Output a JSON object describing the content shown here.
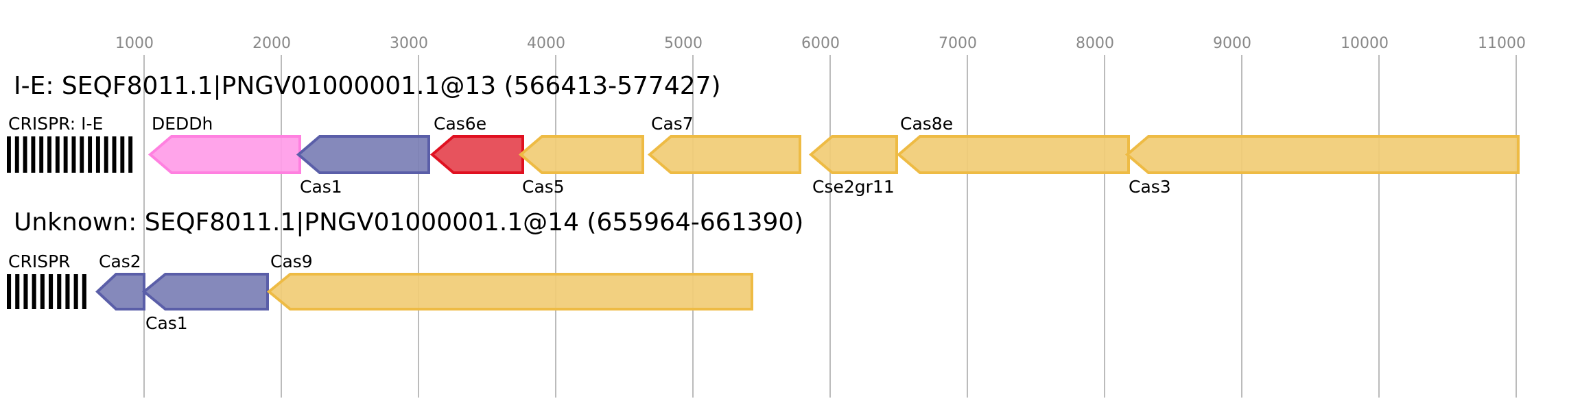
{
  "axis": {
    "ticks": [
      1000,
      2000,
      3000,
      4000,
      5000,
      6000,
      7000,
      8000,
      9000,
      10000,
      11000
    ]
  },
  "colors": {
    "pink": {
      "fill": "#ff9ce8",
      "stroke": "#ff80e0"
    },
    "blue": {
      "fill": "#7b7fb5",
      "stroke": "#5a5ea8"
    },
    "red": {
      "fill": "#e5444f",
      "stroke": "#e01020"
    },
    "yellow": {
      "fill": "#f1cc75",
      "stroke": "#eebb44"
    }
  },
  "tracks": [
    {
      "title": "I-E: SEQF8011.1|PNGV01000001.1@13 (566413-577427)",
      "crispr": {
        "label": "CRISPR: I-E",
        "start": 0,
        "end": 945,
        "repeats": 16
      },
      "genes": [
        {
          "name": "DEDDh",
          "start": 1045,
          "end": 2135,
          "strand": "-",
          "color": "pink",
          "label_pos": "above"
        },
        {
          "name": "Cas1",
          "start": 2125,
          "end": 3075,
          "strand": "-",
          "color": "blue",
          "label_pos": "below"
        },
        {
          "name": "Cas6e",
          "start": 3100,
          "end": 3760,
          "strand": "-",
          "color": "red",
          "label_pos": "above"
        },
        {
          "name": "Cas5",
          "start": 3745,
          "end": 4635,
          "strand": "-",
          "color": "yellow",
          "label_pos": "below"
        },
        {
          "name": "Cas7",
          "start": 4685,
          "end": 5780,
          "strand": "-",
          "color": "yellow",
          "label_pos": "above"
        },
        {
          "name": "Cse2gr11",
          "start": 5860,
          "end": 6485,
          "strand": "-",
          "color": "yellow",
          "label_pos": "below"
        },
        {
          "name": "Cas8e",
          "start": 6500,
          "end": 8175,
          "strand": "-",
          "color": "yellow",
          "label_pos": "above"
        },
        {
          "name": "Cas3",
          "start": 8165,
          "end": 11015,
          "strand": "-",
          "color": "yellow",
          "label_pos": "below"
        }
      ]
    },
    {
      "title": "Unknown: SEQF8011.1|PNGV01000001.1@14 (655964-661390)",
      "crispr": {
        "label": "CRISPR",
        "start": 0,
        "end": 610,
        "repeats": 10
      },
      "genes": [
        {
          "name": "Cas2",
          "start": 660,
          "end": 1000,
          "strand": "-",
          "color": "blue",
          "label_pos": "above"
        },
        {
          "name": "Cas1",
          "start": 1000,
          "end": 1900,
          "strand": "-",
          "color": "blue",
          "label_pos": "below"
        },
        {
          "name": "Cas9",
          "start": 1910,
          "end": 5430,
          "strand": "-",
          "color": "yellow",
          "label_pos": "above"
        }
      ]
    }
  ]
}
